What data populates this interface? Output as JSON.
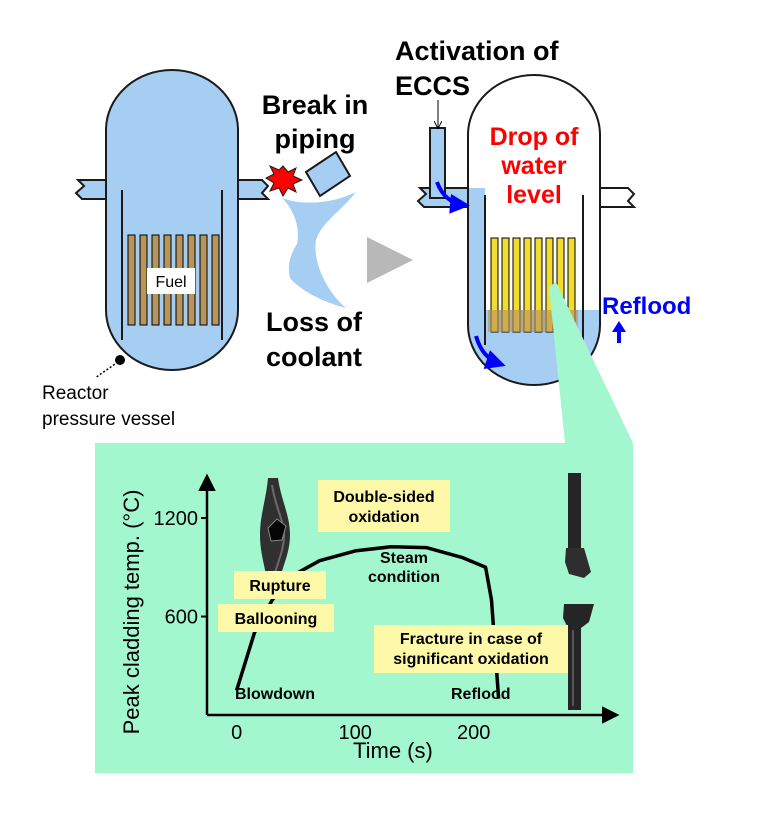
{
  "colors": {
    "vessel_fill": "#a6cdf2",
    "vessel_stroke": "#1a1a1a",
    "fuel_rod": "#b8955a",
    "fuel_rod_heated": "#f2dc2e",
    "coolant_spray": "#a6cdf2",
    "arrow_blue": "#0000ff",
    "label_red": "#ff0000",
    "label_blue": "#0000ff",
    "panel_bg": "#a3f7cf",
    "callout_bg": "#fdf9a8",
    "play_arrow": "#b8b8b8",
    "break_star": "#ff0000"
  },
  "left_vessel": {
    "fuel_label": "Fuel",
    "vessel_label_line1": "Reactor",
    "vessel_label_line2": "pressure vessel"
  },
  "break": {
    "label_line1": "Break in",
    "label_line2": "piping",
    "loss_line1": "Loss of",
    "loss_line2": "coolant"
  },
  "right_vessel": {
    "eccs_line1": "Activation of",
    "eccs_line2": "ECCS",
    "drop_line1": "Drop of",
    "drop_line2": "water",
    "drop_line3": "level",
    "reflood_label": "Reflood"
  },
  "chart_data": {
    "type": "line",
    "xlabel": "Time (s)",
    "ylabel": "Peak cladding temp. (°C)",
    "xticks": [
      "0",
      "100",
      "200"
    ],
    "yticks": [
      "600",
      "1200"
    ],
    "xlim": [
      -25,
      320
    ],
    "ylim": [
      0,
      1450
    ],
    "series": [
      {
        "x": [
          0,
          15,
          30,
          40,
          50,
          70,
          100,
          130,
          160,
          190,
          210,
          215,
          218,
          221
        ],
        "y": [
          150,
          500,
          700,
          800,
          860,
          940,
          1000,
          1025,
          1020,
          960,
          900,
          700,
          400,
          100
        ]
      }
    ],
    "annotations": {
      "blowdown": "Blowdown",
      "ballooning": "Ballooning",
      "rupture": "Rupture",
      "double_sided_line1": "Double-sided",
      "double_sided_line2": "oxidation",
      "steam_line1": "Steam",
      "steam_line2": "condition",
      "fracture_line1": "Fracture in case of",
      "fracture_line2": "significant oxidation",
      "reflood": "Reflood"
    }
  }
}
